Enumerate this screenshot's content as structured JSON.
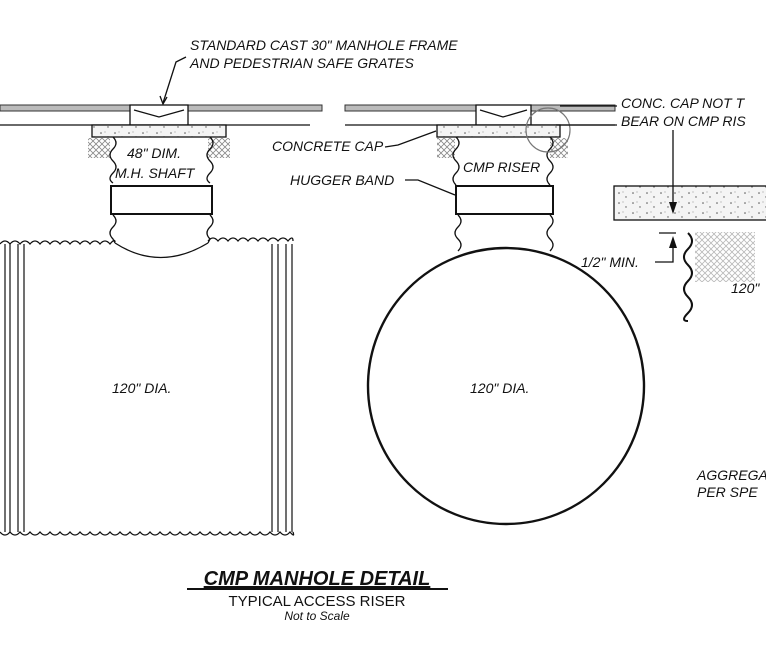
{
  "labels": {
    "frame_line1": "STANDARD CAST 30\" MANHOLE FRAME",
    "frame_line2": "AND PEDESTRIAN SAFE GRATES",
    "concrete_cap": "CONCRETE CAP",
    "hugger_band": "HUGGER BAND",
    "cmp_riser": "CMP RISER",
    "shaft_line1": "48\" DIM.",
    "shaft_line2": "M.H. SHAFT",
    "left_pipe_dia": "120\" DIA.",
    "right_pipe_dia": "120\" DIA.",
    "cap_note_line1": "CONC. CAP NOT T",
    "cap_note_line2": "BEAR ON CMP RIS",
    "min_gap": "1/2\" MIN.",
    "detail_dia": "120\"",
    "aggregate_line1": "AGGREGA",
    "aggregate_line2": "PER SPE"
  },
  "title": {
    "main": "CMP MANHOLE DETAIL",
    "subtitle": "TYPICAL ACCESS RISER",
    "scale": "Not to Scale"
  }
}
